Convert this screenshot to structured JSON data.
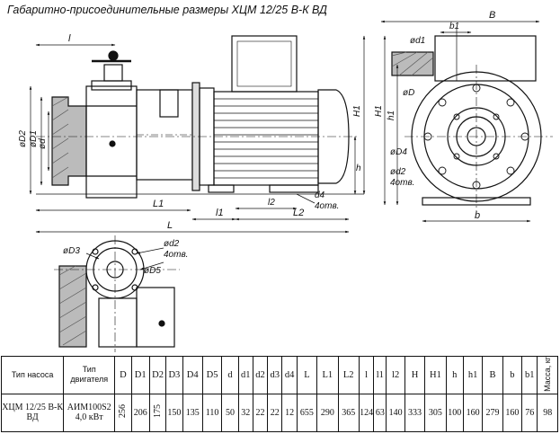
{
  "title": "Габаритно-присоединительные размеры ХЦМ 12/25 В-К ВД",
  "labels": {
    "l": "l",
    "L1": "L1",
    "L": "L",
    "l1": "l1",
    "L2": "L2",
    "l2": "l2",
    "d4": "d4",
    "d4_holes": "4отв.",
    "h": "h",
    "H1": "H1",
    "h1": "h1",
    "B": "B",
    "b1": "b1",
    "b": "b",
    "phi_d1": "ød1",
    "phi_D": "øD",
    "phi_D4": "øD4",
    "phi_d2": "ød2",
    "holes_4": "4отв.",
    "phi_D1": "øD1",
    "phi_D2": "øD2",
    "phi_d": "ød",
    "phi_D3": "øD3",
    "phi_d2_bottom": "ød2",
    "holes_4_bottom": "4отв.",
    "phi_D5": "øD5"
  },
  "table": {
    "headers": [
      "Тип насоса",
      "Тип двигателя",
      "D",
      "D1",
      "D2",
      "D3",
      "D4",
      "D5",
      "d",
      "d1",
      "d2",
      "d3",
      "d4",
      "L",
      "L1",
      "L2",
      "l",
      "l1",
      "l2",
      "H",
      "H1",
      "h",
      "h1",
      "B",
      "b",
      "b1",
      "Масса, кг"
    ],
    "row": [
      "ХЦМ 12/25 В-К ВД",
      "АИМ100S2 4,0 кВт",
      "256",
      "206",
      "175",
      "150",
      "135",
      "110",
      "50",
      "32",
      "22",
      "22",
      "12",
      "655",
      "290",
      "365",
      "124",
      "63",
      "140",
      "333",
      "305",
      "100",
      "160",
      "279",
      "160",
      "76",
      "98"
    ]
  }
}
